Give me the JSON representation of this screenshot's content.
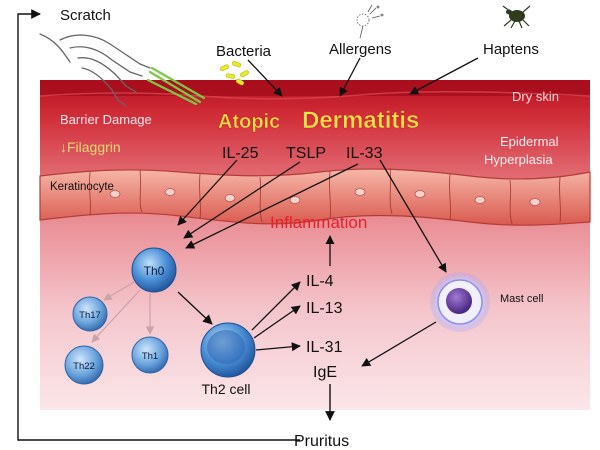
{
  "title": {
    "part1": "Atopic",
    "part2": "Dermatitis"
  },
  "triggers": {
    "scratch": "Scratch",
    "bacteria": "Bacteria",
    "allergens": "Allergens",
    "haptens": "Haptens"
  },
  "skin_labels": {
    "dry_skin": "Dry skin",
    "barrier_damage": "Barrier Damage",
    "filaggrin": "↓Filaggrin",
    "epidermal_line1": "Epidermal",
    "epidermal_line2": "Hyperplasia",
    "keratinocyte": "Keratinocyte"
  },
  "cytokines": {
    "il25": "IL-25",
    "tslp": "TSLP",
    "il33": "IL-33",
    "il4": "IL-4",
    "il13": "IL-13",
    "il31": "IL-31",
    "ige": "IgE"
  },
  "cells": {
    "th0": "Th0",
    "th17": "Th17",
    "th22": "Th22",
    "th1": "Th1",
    "th2": "Th2 cell",
    "mast": "Mast cell"
  },
  "outcomes": {
    "inflammation": "Inflammation",
    "pruritus": "Pruritus"
  },
  "colors": {
    "skin_top": "#c4142a",
    "skin_bottom": "#f8dde2",
    "title_yellow": "#ffe34a",
    "inflammation_red": "#e8202a",
    "filaggrin_yellow": "#e8d870",
    "cell_blue": "#3b7cc8",
    "mast_purple": "#5a3a9a"
  }
}
